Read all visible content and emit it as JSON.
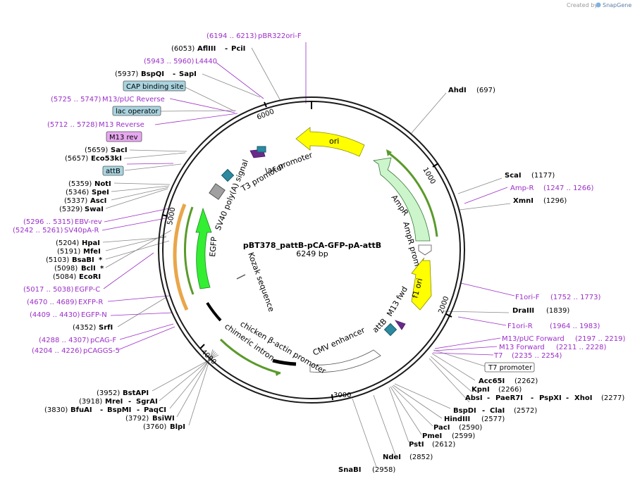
{
  "credit": {
    "prefix": "Created by",
    "brand": "SnapGene"
  },
  "plasmid": {
    "name": "pBT378_pattB-pCA-GFP-pA-attB",
    "size": "6249 bp"
  },
  "colors": {
    "ori": "#ffff00",
    "ampr": "#ccf5cc",
    "egfp": "#33ee33",
    "f1ori": "#ffff00",
    "primer": "#9b2ec8",
    "boxed_feature": "#a9d4e0",
    "m13rev_box": "#e7a8f0",
    "green_stroke": "#5a9a2a",
    "orange": "#e9a64a"
  },
  "ticks": [
    "1000",
    "2000",
    "3000",
    "4000",
    "5000",
    "6000"
  ],
  "features": {
    "ori": "ori",
    "ampr": "AmpR",
    "ampr_promoter": "AmpR promoter",
    "f1_ori": "f1 ori",
    "m13_fwd": "M13 fwd",
    "attb": "attB",
    "cmv_enhancer": "CMV enhancer",
    "chicken_promoter": "chicken β-actin promoter",
    "chimeric_intron": "chimeric intron",
    "kozak": "Kozak sequence",
    "egfp": "EGFP",
    "sv40": "SV40 poly(A) signal",
    "t3": "T3 promoter",
    "lac": "lac promoter"
  },
  "labels": {
    "ahdi": {
      "name": "AhdI",
      "pos": "(697)"
    },
    "scai": {
      "name": "ScaI",
      "pos": "(1177)"
    },
    "ampr_primer": {
      "name": "Amp-R",
      "pos": "(1247 .. 1266)"
    },
    "xmni": {
      "name": "XmnI",
      "pos": "(1296)"
    },
    "f1orif": {
      "name": "F1ori-F",
      "pos": "(1752 .. 1773)"
    },
    "draiii": {
      "name": "DraIII",
      "pos": "(1839)"
    },
    "f1orir": {
      "name": "F1ori-R",
      "pos": "(1964 .. 1983)"
    },
    "m13puc_fwd": {
      "name": "M13/pUC Forward",
      "pos": "(2197 .. 2219)"
    },
    "m13_fwd": {
      "name": "M13 Forward",
      "pos": "(2211 .. 2228)"
    },
    "t7": {
      "name": "T7",
      "pos": "(2235 .. 2254)"
    },
    "t7prom": "T7 promoter",
    "acc65i": {
      "name": "Acc65I",
      "pos": "(2262)"
    },
    "kpni": {
      "name": "KpnI",
      "pos": "(2266)"
    },
    "absi": {
      "name": "AbsI",
      "sep1": "-",
      "name2": "PaeR7I",
      "sep2": "-",
      "name3": "PspXI",
      "sep3": "-",
      "name4": "XhoI",
      "pos": "(2277)"
    },
    "bspdi": {
      "name": "BspDI",
      "sep": "-",
      "name2": "ClaI",
      "pos": "(2572)"
    },
    "hindiii": {
      "name": "HindIII",
      "pos": "(2577)"
    },
    "paci": {
      "name": "PacI",
      "pos": "(2590)"
    },
    "pmei": {
      "name": "PmeI",
      "pos": "(2599)"
    },
    "psti": {
      "name": "PstI",
      "pos": "(2612)"
    },
    "ndei": {
      "name": "NdeI",
      "pos": "(2852)"
    },
    "snabi": {
      "name": "SnaBI",
      "pos": "(2958)"
    },
    "bstapi": {
      "pos": "(3952)",
      "name": "BstAPI"
    },
    "mrei": {
      "pos": "(3918)",
      "name": "MreI",
      "sep": "-",
      "name2": "SgrAI"
    },
    "bfuai": {
      "pos": "(3830)",
      "name": "BfuAI",
      "sep1": "-",
      "name2": "BspMI",
      "sep2": "-",
      "name3": "PaqCI"
    },
    "bsiwi": {
      "pos": "(3792)",
      "name": "BsiWI"
    },
    "blpi": {
      "pos": "(3760)",
      "name": "BlpI"
    },
    "pcaggs5": {
      "pos": "(4204 .. 4226)",
      "name": "pCAGGS-5"
    },
    "pcagf": {
      "pos": "(4288 .. 4307)",
      "name": "pCAG-F"
    },
    "srfi": {
      "pos": "(4352)",
      "name": "SrfI"
    },
    "egfpn": {
      "pos": "(4409 .. 4430)",
      "name": "EGFP-N"
    },
    "exfpr": {
      "pos": "(4670 .. 4689)",
      "name": "EXFP-R"
    },
    "egfpc": {
      "pos": "(5017 .. 5038)",
      "name": "EGFP-C"
    },
    "ecori": {
      "pos": "(5084)",
      "name": "EcoRI"
    },
    "bcli": {
      "pos": "(5098)",
      "name": "BclI",
      "star": "*"
    },
    "bsabi": {
      "pos": "(5103)",
      "name": "BsaBI",
      "star": "*"
    },
    "mfei": {
      "pos": "(5191)",
      "name": "MfeI"
    },
    "hpai": {
      "pos": "(5204)",
      "name": "HpaI"
    },
    "sv40pa": {
      "pos": "(5242 .. 5261)",
      "name": "SV40pA-R"
    },
    "ebvrev": {
      "pos": "(5296 .. 5315)",
      "name": "EBV-rev"
    },
    "swai": {
      "pos": "(5329)",
      "name": "SwaI"
    },
    "asci": {
      "pos": "(5337)",
      "name": "AscI"
    },
    "spei": {
      "pos": "(5346)",
      "name": "SpeI"
    },
    "noti": {
      "pos": "(5359)",
      "name": "NotI"
    },
    "attb": "attB",
    "eco53ki": {
      "pos": "(5657)",
      "name": "Eco53kI"
    },
    "saci": {
      "pos": "(5659)",
      "name": "SacI"
    },
    "m13rev_box": "M13 rev",
    "m13reverse": {
      "pos": "(5712 .. 5728)",
      "name": "M13 Reverse"
    },
    "lacop": "lac operator",
    "m13puc_rev": {
      "pos": "(5725 .. 5747)",
      "name": "M13/pUC Reverse"
    },
    "cap": "CAP binding site",
    "bspqi": {
      "pos": "(5937)",
      "name": "BspQI",
      "sep": "-",
      "name2": "SapI"
    },
    "l4440": {
      "pos": "(5943 .. 5960)",
      "name": "L4440"
    },
    "afliii": {
      "pos": "(6053)",
      "name": "AflIII",
      "sep": "-",
      "name2": "PciI"
    },
    "pbr322": {
      "pos": "(6194 .. 6213)",
      "name": "pBR322ori-F"
    }
  }
}
